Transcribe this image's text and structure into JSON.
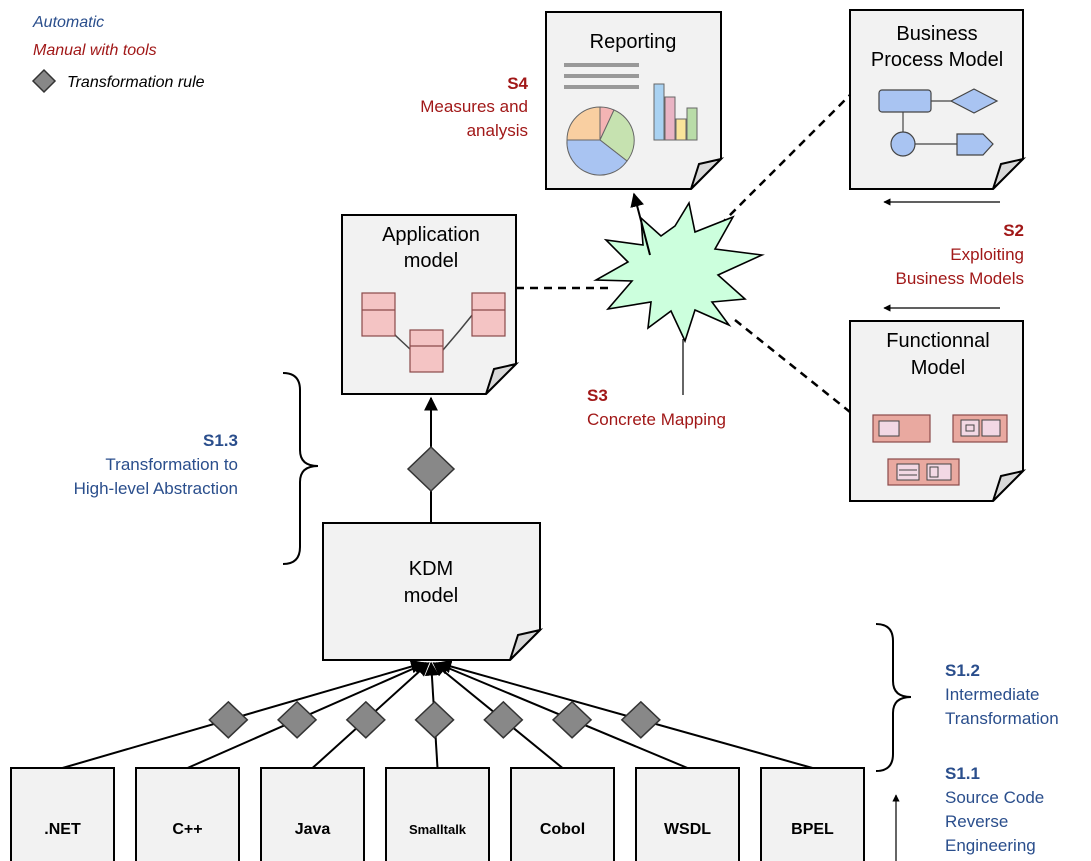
{
  "legend": {
    "automatic": "Automatic",
    "manual": "Manual with tools",
    "rule": "Transformation rule"
  },
  "documents": {
    "reporting": "Reporting",
    "bpm_line1": "Business",
    "bpm_line2": "Process Model",
    "app_line1": "Application",
    "app_line2": "model",
    "func_line1": "Functionnal",
    "func_line2": "Model",
    "kdm_line1": "KDM",
    "kdm_line2": "model"
  },
  "sources": [
    ".NET",
    "C++",
    "Java",
    "Smalltalk",
    "Cobol",
    "WSDL",
    "BPEL"
  ],
  "steps": {
    "s4": {
      "id": "S4",
      "line1": "Measures and",
      "line2": "analysis"
    },
    "s2": {
      "id": "S2",
      "line1": "Exploiting",
      "line2": "Business Models"
    },
    "s3": {
      "id": "S3",
      "line1": "Concrete Mapping"
    },
    "s13": {
      "id": "S1.3",
      "line1": "Transformation to",
      "line2": "High-level Abstraction"
    },
    "s12": {
      "id": "S1.2",
      "line1": "Intermediate",
      "line2": "Transformation"
    },
    "s11": {
      "id": "S1.1",
      "line1": "Source Code",
      "line2": "Reverse",
      "line3": "Engineering"
    }
  },
  "colors": {
    "automatic": "#2a4e8c",
    "manual": "#a11818",
    "mapping_star": "#ccffdd",
    "diamond": "#888888"
  }
}
